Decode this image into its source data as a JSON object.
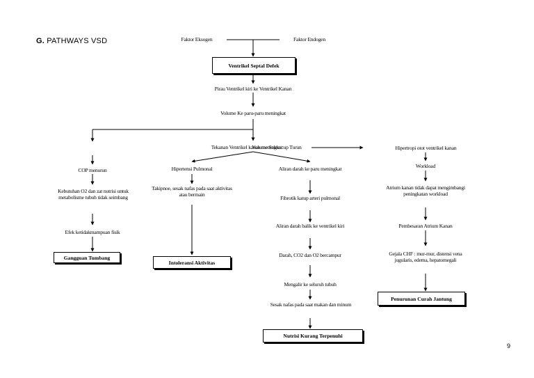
{
  "heading": {
    "letter": "G.",
    "title": "PATHWAYS VSD"
  },
  "nodes": {
    "eksogen": "Faktor Eksogen",
    "endogen": "Faktor Endogen",
    "vsd": "Ventrikel Septal Defek",
    "pirau": "Pirau Ventrikel kiri ke Ventrikel Kanan",
    "volume": "Volume Ke paru-paru meningkat",
    "tekanan_left": "Tekanan Ventrikel kanan meningkat",
    "tekanan_right": "Volume Sekuncup Turun",
    "hipertropi": "Hipertropi otot ventrikel kanan",
    "cop": "COP menurun",
    "kebutuhan": "Kebutuhan O2 dan zat nutrisi untuk metabolisme tubuh tidak seimbang",
    "efek": "Efek ketidakmampuan fisik",
    "hipertensi": "Hipertensi Pulmonal",
    "takipnoe": "Takipnoe, sesak nafas pada saat aktivitas atau bermain",
    "aliran_paru": "Aliran darah ke paru meningkat",
    "fibrotik": "Fibrotik katup arteri pulmonal",
    "aliran_balik": "Aliran darah balik ke ventrikel kiri",
    "darah": "Darah, CO2 dan O2 bercampur",
    "mengalir": "Mengalir ke seluruh tubuh",
    "sesak_makan": "Sesak nafas pada saat makan dan minum",
    "workload": "Workload",
    "atrium_tidak": "Atrium kanan tidak dapat mengimbangi peningkatan workload",
    "pembesaran": "Pembesaran Atrium Kanan",
    "gejala": "Gejala CHF : mur-mur, distensi vena jugularis, edema, hepatomegali"
  },
  "diagnoses": {
    "tumbang": "Gangguan Tumbang",
    "intoleransi": "Intoleransi Aktivitas",
    "nutrisi": "Nutrisi Kurang Terpenuhi",
    "curah": "Penurunan Curah Jantung"
  },
  "page_number": "9"
}
